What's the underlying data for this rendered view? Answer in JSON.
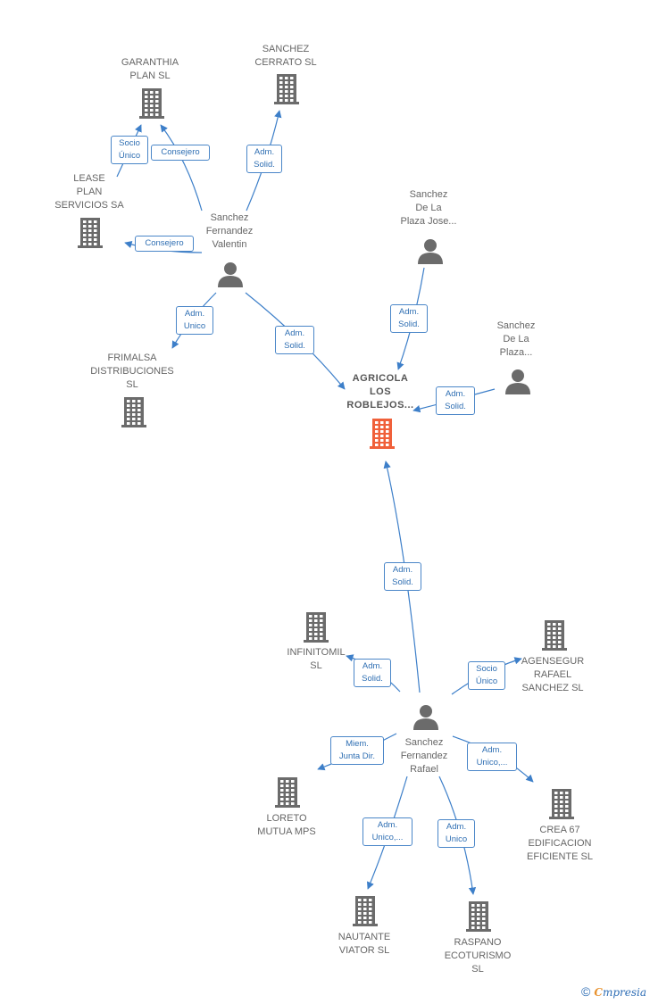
{
  "nodes": [
    {
      "id": "garanthia",
      "type": "company",
      "label": "GARANTHIA\nPLAN SL"
    },
    {
      "id": "cerrato",
      "type": "company",
      "label": "SANCHEZ\nCERRATO SL"
    },
    {
      "id": "lease",
      "type": "company",
      "label": "LEASE\nPLAN\nSERVICIOS SA"
    },
    {
      "id": "valentin",
      "type": "person",
      "label": "Sanchez\nFernandez\nValentin"
    },
    {
      "id": "jose",
      "type": "person",
      "label": "Sanchez\nDe La\nPlaza Jose..."
    },
    {
      "id": "plaza",
      "type": "person",
      "label": "Sanchez\nDe La\nPlaza..."
    },
    {
      "id": "frimalsa",
      "type": "company",
      "label": "FRIMALSA\nDISTRIBUCIONES\nSL"
    },
    {
      "id": "agricola",
      "type": "focus",
      "label": "AGRICOLA\nLOS\nROBLEJOS..."
    },
    {
      "id": "infinitomil",
      "type": "company",
      "label": "INFINITOMIL\nSL"
    },
    {
      "id": "agensegur",
      "type": "company",
      "label": "AGENSEGUR\nRAFAEL\nSANCHEZ SL"
    },
    {
      "id": "rafael",
      "type": "person",
      "label": "Sanchez\nFernandez\nRafael"
    },
    {
      "id": "loreto",
      "type": "company",
      "label": "LORETO\nMUTUA MPS"
    },
    {
      "id": "crea67",
      "type": "company",
      "label": "CREA 67\nEDIFICACION\nEFICIENTE SL"
    },
    {
      "id": "nautante",
      "type": "company",
      "label": "NAUTANTE\nVIATOR  SL"
    },
    {
      "id": "raspano",
      "type": "company",
      "label": "RASPANO\nECOTURISMO\nSL"
    }
  ],
  "edges": [
    {
      "from": "lease",
      "to": "garanthia",
      "label": "Socio\nÚnico"
    },
    {
      "from": "valentin",
      "to": "garanthia",
      "label": "Consejero"
    },
    {
      "from": "valentin",
      "to": "cerrato",
      "label": "Adm.\nSolid."
    },
    {
      "from": "valentin",
      "to": "lease",
      "label": "Consejero"
    },
    {
      "from": "valentin",
      "to": "frimalsa",
      "label": "Adm.\nUnico"
    },
    {
      "from": "valentin",
      "to": "agricola",
      "label": "Adm.\nSolid."
    },
    {
      "from": "jose",
      "to": "agricola",
      "label": "Adm.\nSolid."
    },
    {
      "from": "plaza",
      "to": "agricola",
      "label": "Adm.\nSolid."
    },
    {
      "from": "rafael",
      "to": "agricola",
      "label": "Adm.\nSolid."
    },
    {
      "from": "rafael",
      "to": "infinitomil",
      "label": "Adm.\nSolid."
    },
    {
      "from": "rafael",
      "to": "agensegur",
      "label": "Socio\nÚnico"
    },
    {
      "from": "rafael",
      "to": "loreto",
      "label": "Miem.\nJunta Dir."
    },
    {
      "from": "rafael",
      "to": "crea67",
      "label": "Adm.\nUnico,..."
    },
    {
      "from": "rafael",
      "to": "nautante",
      "label": "Adm.\nUnico,..."
    },
    {
      "from": "rafael",
      "to": "raspano",
      "label": "Adm.\nUnico"
    }
  ],
  "colors": {
    "edge": "#3d7fc9",
    "company": "#6b6b6b",
    "person": "#6b6b6b",
    "focus": "#f0603a"
  },
  "footer": {
    "copyright": "©",
    "brand_first": "C",
    "brand_rest": "mpresia"
  }
}
